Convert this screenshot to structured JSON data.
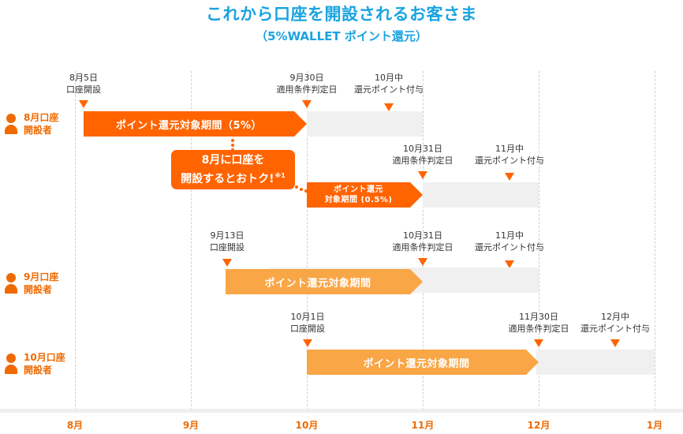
{
  "header": {
    "title": "これから口座を開設されるお客さま",
    "subtitle": "（5%WALLET ポイント還元）"
  },
  "colors": {
    "title": "#1aa3e0",
    "primary_orange": "#ff6400",
    "light_orange": "#f9a646",
    "track_gray": "#f0f0f0",
    "label_orange": "#ef6a00"
  },
  "axis": {
    "months": [
      "8月",
      "9月",
      "10月",
      "11月",
      "12月",
      "1月"
    ]
  },
  "rows": [
    {
      "label_line1": "8月口座",
      "label_line2": "開設者",
      "events": [
        {
          "date": "8月5日",
          "desc": "口座開設"
        },
        {
          "date": "9月30日",
          "desc": "適用条件判定日"
        },
        {
          "date": "10月中",
          "desc": "還元ポイント付与"
        }
      ],
      "bar_label": "ポイント還元対象期間（5%）"
    },
    {
      "label_line1": "9月口座",
      "label_line2": "開設者",
      "events": [
        {
          "date": "9月13日",
          "desc": "口座開設"
        },
        {
          "date": "10月31日",
          "desc": "適用条件判定日"
        },
        {
          "date": "11月中",
          "desc": "還元ポイント付与"
        }
      ],
      "bar_label": "ポイント還元対象期間"
    },
    {
      "label_line1": "10月口座",
      "label_line2": "開設者",
      "events": [
        {
          "date": "10月1日",
          "desc": "口座開設"
        },
        {
          "date": "11月30日",
          "desc": "適用条件判定日"
        },
        {
          "date": "12月中",
          "desc": "還元ポイント付与"
        }
      ],
      "bar_label": "ポイント還元対象期間"
    }
  ],
  "bonus": {
    "events": [
      {
        "date": "10月31日",
        "desc": "適用条件判定日"
      },
      {
        "date": "11月中",
        "desc": "還元ポイント付与"
      }
    ],
    "bar_label_line1": "ポイント還元",
    "bar_label_line2": "対象期間 (0.5%)",
    "callout_line1": "8月に口座を",
    "callout_line2": "開設するとおトク!",
    "callout_note": "※1"
  }
}
